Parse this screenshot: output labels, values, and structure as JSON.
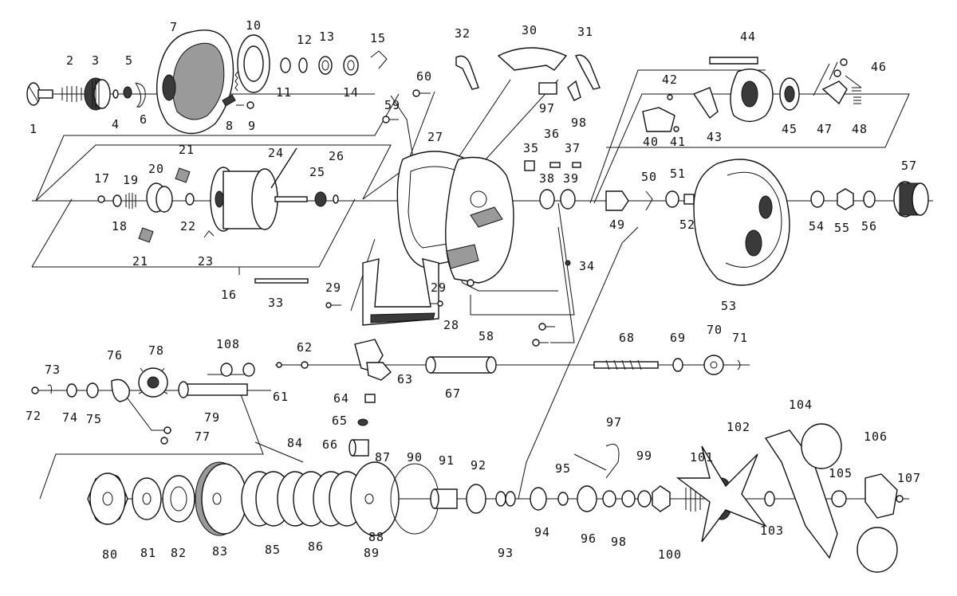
{
  "diagram": {
    "part_numbers": [
      "1",
      "2",
      "3",
      "4",
      "5",
      "6",
      "7",
      "8",
      "9",
      "10",
      "11",
      "12",
      "13",
      "14",
      "15",
      "16",
      "17",
      "18",
      "19",
      "20",
      "21",
      "22",
      "23",
      "24",
      "25",
      "26",
      "27",
      "28",
      "29",
      "30",
      "31",
      "32",
      "33",
      "34",
      "35",
      "36",
      "37",
      "38",
      "39",
      "40",
      "41",
      "42",
      "43",
      "44",
      "45",
      "46",
      "47",
      "48",
      "49",
      "50",
      "51",
      "52",
      "53",
      "54",
      "55",
      "56",
      "57",
      "58",
      "59",
      "60",
      "61",
      "62",
      "63",
      "64",
      "65",
      "66",
      "67",
      "68",
      "69",
      "70",
      "71",
      "72",
      "73",
      "74",
      "75",
      "76",
      "77",
      "78",
      "79",
      "80",
      "81",
      "82",
      "83",
      "84",
      "85",
      "86",
      "87",
      "88",
      "89",
      "90",
      "91",
      "92",
      "93",
      "94",
      "95",
      "96",
      "97",
      "98",
      "99",
      "100",
      "101",
      "102",
      "103",
      "104",
      "105",
      "106",
      "107",
      "108"
    ]
  }
}
